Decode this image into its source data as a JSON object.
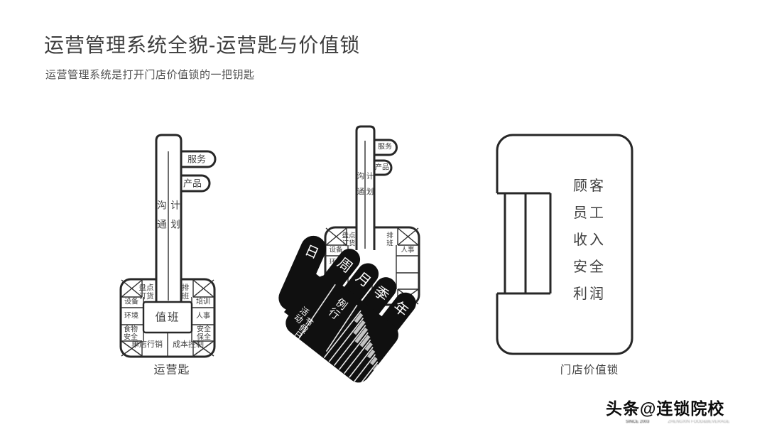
{
  "slide": {
    "title": "运营管理系统全貌-运营匙与价值锁",
    "subtitle": "运营管理系统是打开门店价值锁的一把钥匙"
  },
  "key": {
    "caption": "运营匙",
    "teeth": {
      "top": "服务",
      "bottom": "产品"
    },
    "shaft": {
      "left": [
        "沟",
        "通"
      ],
      "right": [
        "计",
        "划"
      ]
    },
    "head": {
      "center": "值班",
      "top_left": [
        "盘点",
        "订货"
      ],
      "top_right": [
        "排",
        "班"
      ],
      "left": [
        "设备",
        "环境",
        "食物",
        "安全"
      ],
      "right": [
        "培训",
        "人事",
        "安全",
        "保全"
      ],
      "bottom_left": "单店行销",
      "bottom_right": "成本控制"
    }
  },
  "glove": {
    "thumb": "日",
    "fingers": [
      "周",
      "月",
      "季",
      "年"
    ],
    "palm": {
      "routine": [
        "例",
        "行"
      ],
      "events": [
        "活",
        "动"
      ],
      "holidays": [
        "节",
        "假",
        "日"
      ]
    }
  },
  "lock": {
    "caption": "门店价值锁",
    "values": [
      "顾客",
      "员工",
      "收入",
      "安全",
      "利润"
    ]
  },
  "watermark": {
    "main": "头条@连锁院校",
    "sub_left": "SINCE 2003",
    "sub_right": "ZHENGXIN FOOD&BEVERAGE"
  }
}
